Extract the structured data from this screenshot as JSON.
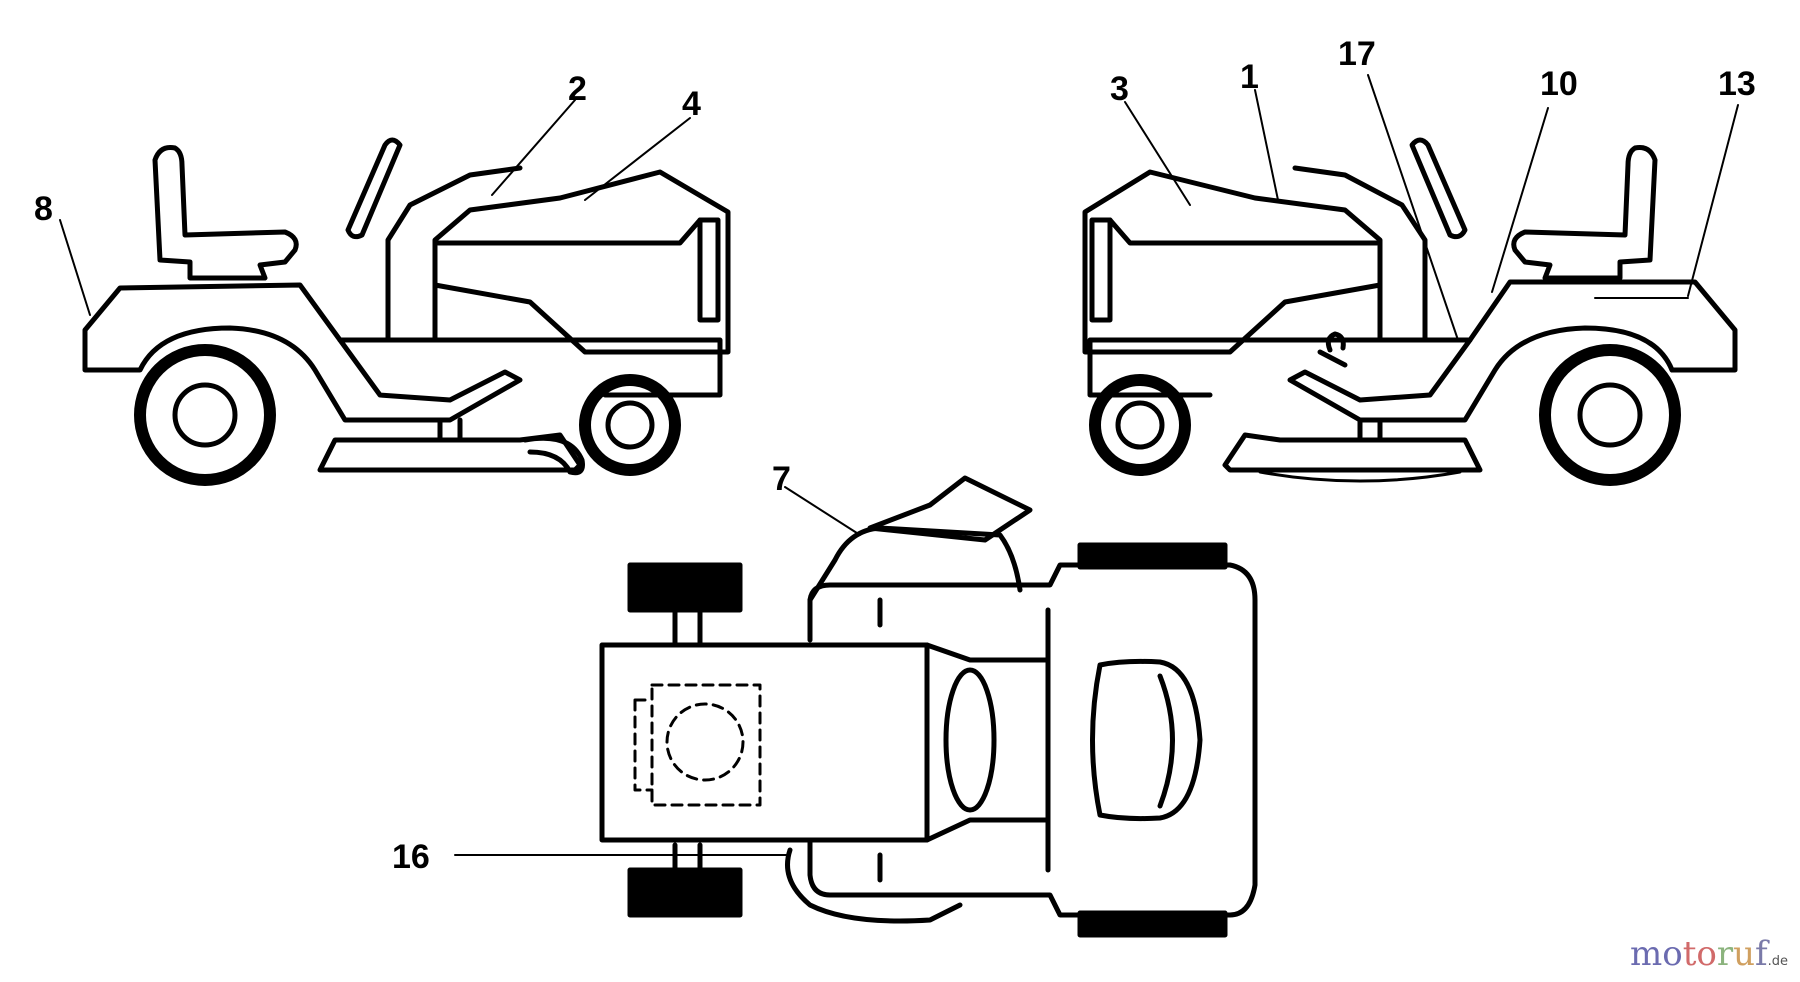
{
  "diagram": {
    "callouts": [
      {
        "id": "c8",
        "label": "8"
      },
      {
        "id": "c2",
        "label": "2"
      },
      {
        "id": "c4",
        "label": "4"
      },
      {
        "id": "c3",
        "label": "3"
      },
      {
        "id": "c1",
        "label": "1"
      },
      {
        "id": "c17",
        "label": "17"
      },
      {
        "id": "c10",
        "label": "10"
      },
      {
        "id": "c13",
        "label": "13"
      },
      {
        "id": "c7",
        "label": "7"
      },
      {
        "id": "c16",
        "label": "16"
      }
    ],
    "views": [
      "left-side-view",
      "right-side-view",
      "top-view"
    ],
    "line_color": "#000000"
  },
  "watermark": {
    "parts": [
      "mo",
      "to",
      "r",
      "u",
      "f"
    ],
    "tld": ".de"
  }
}
